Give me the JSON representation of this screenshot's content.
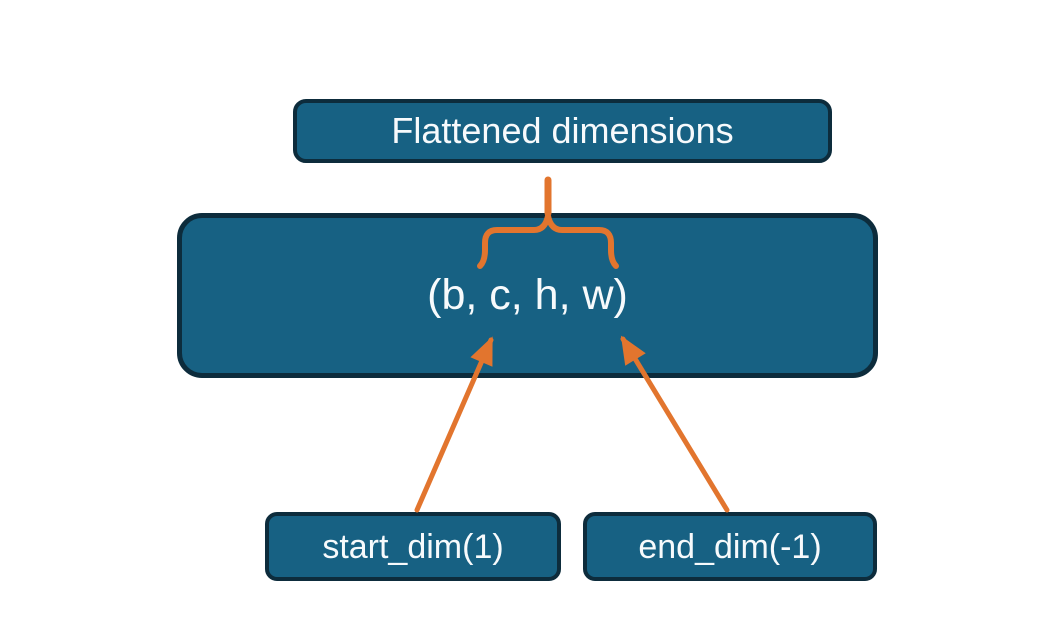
{
  "diagram": {
    "nodes": {
      "flattened": {
        "label": "Flattened dimensions"
      },
      "tensor": {
        "label": "(b, c, h, w)"
      },
      "start_dim": {
        "label": "start_dim(1)"
      },
      "end_dim": {
        "label": "end_dim(-1)"
      }
    },
    "colors": {
      "node_fill": "#176183",
      "node_border": "#0d2c3c",
      "connector": "#e2752e",
      "text": "#f7fafc",
      "background": "#ffffff"
    }
  }
}
